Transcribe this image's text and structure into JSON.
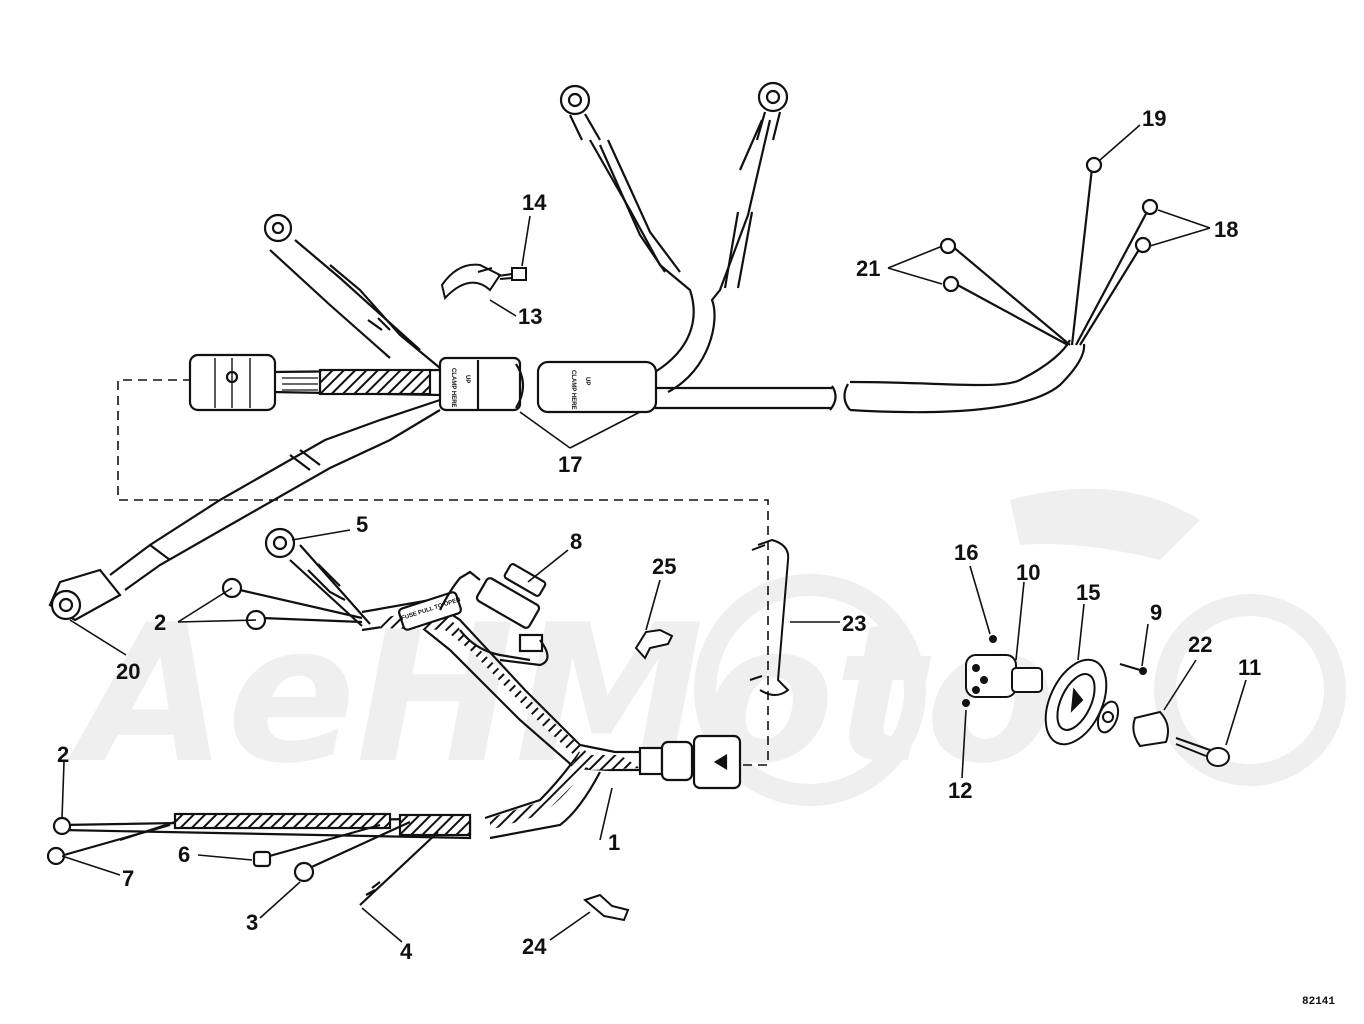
{
  "diagram": {
    "drawing_number": "82141",
    "watermark": "AeHMoto",
    "harness_labels": {
      "clamp_tag": "CLAMP HERE",
      "tag_direction": "UP",
      "fuse_label": "FUSE PULL TO OPEN"
    },
    "callouts": [
      {
        "id": "c1",
        "text": "1"
      },
      {
        "id": "c2a",
        "text": "2"
      },
      {
        "id": "c2b",
        "text": "2"
      },
      {
        "id": "c3",
        "text": "3"
      },
      {
        "id": "c4",
        "text": "4"
      },
      {
        "id": "c5",
        "text": "5"
      },
      {
        "id": "c6",
        "text": "6"
      },
      {
        "id": "c7",
        "text": "7"
      },
      {
        "id": "c8",
        "text": "8"
      },
      {
        "id": "c9",
        "text": "9"
      },
      {
        "id": "c10",
        "text": "10"
      },
      {
        "id": "c11",
        "text": "11"
      },
      {
        "id": "c12",
        "text": "12"
      },
      {
        "id": "c13",
        "text": "13"
      },
      {
        "id": "c14",
        "text": "14"
      },
      {
        "id": "c15",
        "text": "15"
      },
      {
        "id": "c16",
        "text": "16"
      },
      {
        "id": "c17",
        "text": "17"
      },
      {
        "id": "c18",
        "text": "18"
      },
      {
        "id": "c19",
        "text": "19"
      },
      {
        "id": "c20",
        "text": "20"
      },
      {
        "id": "c21",
        "text": "21"
      },
      {
        "id": "c22",
        "text": "22"
      },
      {
        "id": "c23",
        "text": "23"
      },
      {
        "id": "c24",
        "text": "24"
      },
      {
        "id": "c25",
        "text": "25"
      }
    ]
  }
}
